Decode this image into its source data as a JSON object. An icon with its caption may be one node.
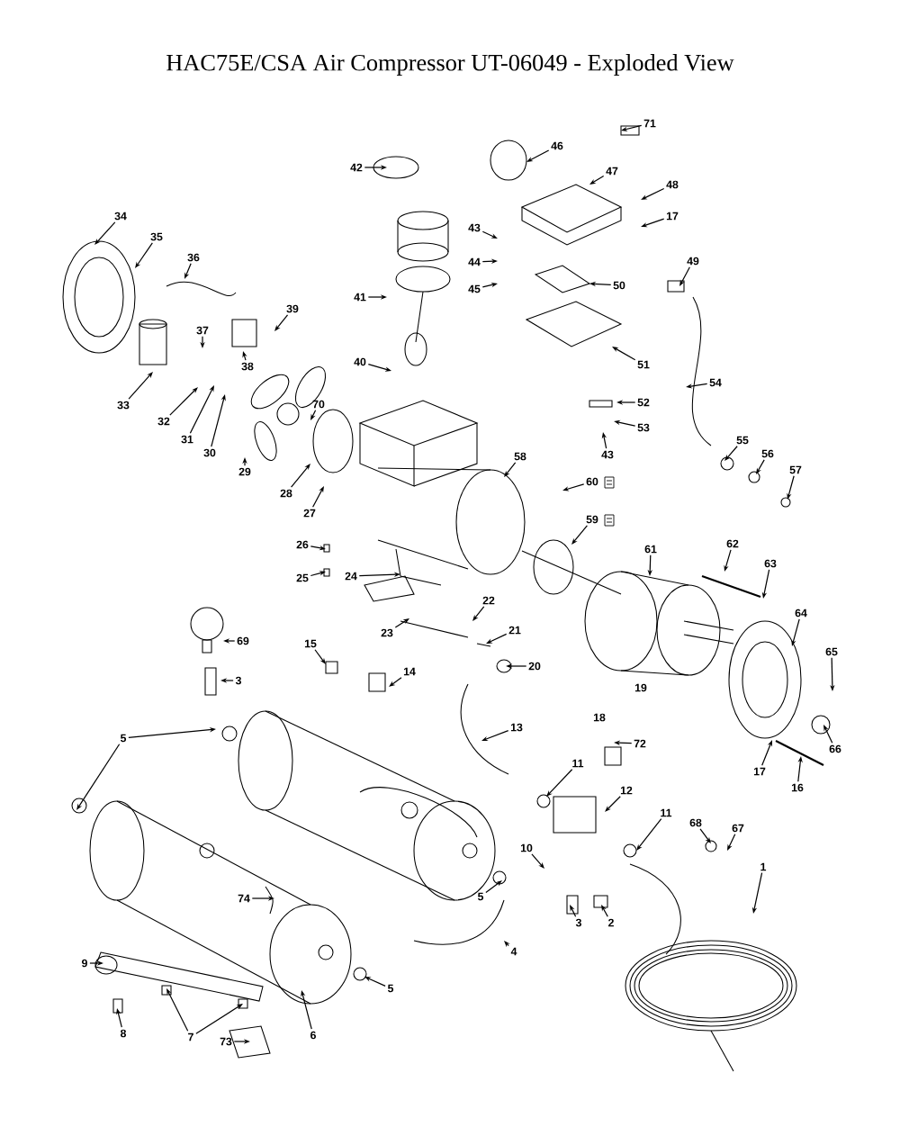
{
  "diagram": {
    "title": "HAC75E/CSA Air Compressor UT-06049 - Exploded View",
    "nodes": [
      {
        "text": [
          "71"
        ]
      },
      {
        "text": [
          "46"
        ]
      },
      {
        "text": [
          "42"
        ]
      },
      {
        "text": [
          "47"
        ]
      },
      {
        "text": [
          "48"
        ]
      },
      {
        "text": [
          "17"
        ]
      },
      {
        "text": [
          "34"
        ]
      },
      {
        "text": [
          "43"
        ]
      },
      {
        "text": [
          "35"
        ]
      },
      {
        "text": [
          "36"
        ]
      },
      {
        "text": [
          "44"
        ]
      },
      {
        "text": [
          "49"
        ]
      },
      {
        "text": [
          "50"
        ]
      },
      {
        "text": [
          "45"
        ]
      },
      {
        "text": [
          "41"
        ]
      },
      {
        "text": [
          "39"
        ]
      },
      {
        "text": [
          "37"
        ]
      },
      {
        "text": [
          "40"
        ]
      },
      {
        "text": [
          "51"
        ]
      },
      {
        "text": [
          "38"
        ]
      },
      {
        "text": [
          "54"
        ]
      },
      {
        "text": [
          "52"
        ]
      },
      {
        "text": [
          "33"
        ]
      },
      {
        "text": [
          "70"
        ]
      },
      {
        "text": [
          "32"
        ]
      },
      {
        "text": [
          "53"
        ]
      },
      {
        "text": [
          "31"
        ]
      },
      {
        "text": [
          "55"
        ]
      },
      {
        "text": [
          "30"
        ]
      },
      {
        "text": [
          "43"
        ]
      },
      {
        "text": [
          "56"
        ]
      },
      {
        "text": [
          "58"
        ]
      },
      {
        "text": [
          "57"
        ]
      },
      {
        "text": [
          "29"
        ]
      },
      {
        "text": [
          "60"
        ]
      },
      {
        "text": [
          "28"
        ]
      },
      {
        "text": [
          "27"
        ]
      },
      {
        "text": [
          "59"
        ]
      },
      {
        "text": [
          "26"
        ]
      },
      {
        "text": [
          "62"
        ]
      },
      {
        "text": [
          "61"
        ]
      },
      {
        "text": [
          "63"
        ]
      },
      {
        "text": [
          "25"
        ]
      },
      {
        "text": [
          "24"
        ]
      },
      {
        "text": [
          "22"
        ]
      },
      {
        "text": [
          "64"
        ]
      },
      {
        "text": [
          "21"
        ]
      },
      {
        "text": [
          "23"
        ]
      },
      {
        "text": [
          "69"
        ]
      },
      {
        "text": [
          "15"
        ]
      },
      {
        "text": [
          "65"
        ]
      },
      {
        "text": [
          "20"
        ]
      },
      {
        "text": [
          "14"
        ]
      },
      {
        "text": [
          "3"
        ]
      },
      {
        "text": [
          "13"
        ]
      },
      {
        "text": [
          "5"
        ]
      },
      {
        "text": [
          "72"
        ]
      },
      {
        "text": [
          "66"
        ]
      },
      {
        "text": [
          "11"
        ]
      },
      {
        "text": [
          "17"
        ]
      },
      {
        "text": [
          "16"
        ]
      },
      {
        "text": [
          "12"
        ]
      },
      {
        "text": [
          "11"
        ]
      },
      {
        "text": [
          "68"
        ]
      },
      {
        "text": [
          "67"
        ]
      },
      {
        "text": [
          "10"
        ]
      },
      {
        "text": [
          "1"
        ]
      },
      {
        "text": [
          "5"
        ]
      },
      {
        "text": [
          "74"
        ]
      },
      {
        "text": [
          "3"
        ]
      },
      {
        "text": [
          "2"
        ]
      },
      {
        "text": [
          "4"
        ]
      },
      {
        "text": [
          "9"
        ]
      },
      {
        "text": [
          "5"
        ]
      },
      {
        "text": [
          "8"
        ]
      },
      {
        "text": [
          "7"
        ]
      },
      {
        "text": [
          "6"
        ]
      },
      {
        "text": [
          "73"
        ]
      }
    ],
    "edges": [
      {
        "from": 0,
        "to": null,
        "arrow": "to"
      },
      {
        "from": 1,
        "to": null,
        "arrow": "to"
      },
      {
        "from": 2,
        "to": null,
        "arrow": "to"
      },
      {
        "from": 3,
        "to": null,
        "arrow": "to"
      },
      {
        "from": 4,
        "to": null,
        "arrow": "to"
      },
      {
        "from": 5,
        "to": null,
        "arrow": "to"
      },
      {
        "from": 6,
        "to": null,
        "arrow": "to"
      },
      {
        "from": 7,
        "to": null,
        "arrow": "to"
      },
      {
        "from": 8,
        "to": null,
        "arrow": "to"
      },
      {
        "from": 9,
        "to": null,
        "arrow": "to"
      },
      {
        "from": 10,
        "to": null,
        "arrow": "to"
      },
      {
        "from": 11,
        "to": null,
        "arrow": "to"
      },
      {
        "from": 12,
        "to": null,
        "arrow": "to"
      },
      {
        "from": 13,
        "to": null,
        "arrow": "to"
      },
      {
        "from": 14,
        "to": null,
        "arrow": "to"
      },
      {
        "from": 15,
        "to": null,
        "arrow": "to"
      },
      {
        "from": 16,
        "to": null,
        "arrow": "to"
      },
      {
        "from": 17,
        "to": null,
        "arrow": "to"
      },
      {
        "from": 18,
        "to": null,
        "arrow": "to"
      },
      {
        "from": 19,
        "to": null,
        "arrow": "to"
      },
      {
        "from": 20,
        "to": null,
        "arrow": "to"
      },
      {
        "from": 21,
        "to": null,
        "arrow": "to"
      },
      {
        "from": 22,
        "to": null,
        "arrow": "to"
      },
      {
        "from": 23,
        "to": null,
        "arrow": "to"
      },
      {
        "from": 24,
        "to": null,
        "arrow": "to"
      },
      {
        "from": 25,
        "to": null,
        "arrow": "to"
      },
      {
        "from": 26,
        "to": null,
        "arrow": "to"
      },
      {
        "from": 27,
        "to": null,
        "arrow": "to"
      },
      {
        "from": 28,
        "to": null,
        "arrow": "to"
      },
      {
        "from": 29,
        "to": null,
        "arrow": "to"
      },
      {
        "from": 30,
        "to": null,
        "arrow": "to"
      },
      {
        "from": 31,
        "to": null,
        "arrow": "to"
      },
      {
        "from": 32,
        "to": null,
        "arrow": "to"
      },
      {
        "from": 33,
        "to": null,
        "arrow": "to"
      },
      {
        "from": 34,
        "to": null,
        "arrow": "to"
      },
      {
        "from": 35,
        "to": null,
        "arrow": "to"
      },
      {
        "from": 36,
        "to": null,
        "arrow": "to"
      },
      {
        "from": 37,
        "to": null,
        "arrow": "to"
      },
      {
        "from": 38,
        "to": null,
        "arrow": "to"
      },
      {
        "from": 39,
        "to": null,
        "arrow": "to"
      },
      {
        "from": 40,
        "to": null,
        "arrow": "to"
      },
      {
        "from": 41,
        "to": null,
        "arrow": "to"
      },
      {
        "from": 42,
        "to": null,
        "arrow": "to"
      },
      {
        "from": 43,
        "to": null,
        "arrow": "to"
      },
      {
        "from": 44,
        "to": null,
        "arrow": "to"
      },
      {
        "from": 45,
        "to": null,
        "arrow": "to"
      },
      {
        "from": 46,
        "to": null,
        "arrow": "to"
      },
      {
        "from": 47,
        "to": null,
        "arrow": "to"
      },
      {
        "from": 48,
        "to": null,
        "arrow": "to"
      },
      {
        "from": 49,
        "to": null,
        "arrow": "to"
      },
      {
        "from": 50,
        "to": null,
        "arrow": "to"
      },
      {
        "from": 51,
        "to": null,
        "arrow": "to"
      },
      {
        "from": 52,
        "to": null,
        "arrow": "to"
      },
      {
        "from": 53,
        "to": null,
        "arrow": "to"
      },
      {
        "from": 54,
        "to": null,
        "arrow": "to"
      },
      {
        "from": 55,
        "to": null,
        "arrow": "to"
      },
      {
        "from": 55,
        "to": null,
        "arrow": "to"
      },
      {
        "from": 56,
        "to": null,
        "arrow": "to"
      },
      {
        "from": 57,
        "to": null,
        "arrow": "to"
      },
      {
        "from": 58,
        "to": null,
        "arrow": "to"
      },
      {
        "from": 59,
        "to": null,
        "arrow": "to"
      },
      {
        "from": 60,
        "to": null,
        "arrow": "to"
      },
      {
        "from": 61,
        "to": null,
        "arrow": "to"
      },
      {
        "from": 62,
        "to": null,
        "arrow": "to"
      },
      {
        "from": 63,
        "to": null,
        "arrow": "to"
      },
      {
        "from": 64,
        "to": null,
        "arrow": "to"
      },
      {
        "from": 65,
        "to": null,
        "arrow": "to"
      },
      {
        "from": 66,
        "to": null,
        "arrow": "to"
      },
      {
        "from": 67,
        "to": null,
        "arrow": "to"
      },
      {
        "from": 68,
        "to": null,
        "arrow": "to"
      },
      {
        "from": 69,
        "to": null,
        "arrow": "to"
      },
      {
        "from": 70,
        "to": null,
        "arrow": "to"
      },
      {
        "from": 71,
        "to": null,
        "arrow": "to"
      },
      {
        "from": 72,
        "to": null,
        "arrow": "to"
      },
      {
        "from": 73,
        "to": null,
        "arrow": "to"
      },
      {
        "from": 74,
        "to": null,
        "arrow": "to"
      },
      {
        "from": 75,
        "to": null,
        "arrow": "to"
      },
      {
        "from": 75,
        "to": null,
        "arrow": "to"
      },
      {
        "from": 76,
        "to": null,
        "arrow": "to"
      },
      {
        "from": 77,
        "to": null,
        "arrow": "to"
      }
    ],
    "labels": [
      "19",
      "18"
    ]
  }
}
